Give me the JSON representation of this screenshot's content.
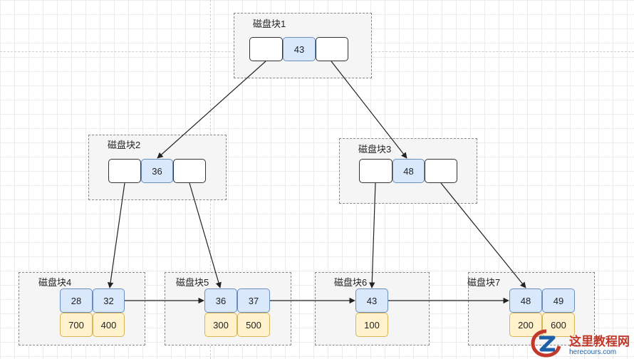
{
  "blocks": {
    "b1": {
      "title": "磁盘块1",
      "key": "43"
    },
    "b2": {
      "title": "磁盘块2",
      "key": "36"
    },
    "b3": {
      "title": "磁盘块3",
      "key": "48"
    },
    "b4": {
      "title": "磁盘块4",
      "keys": [
        "28",
        "32"
      ],
      "values": [
        "700",
        "400"
      ]
    },
    "b5": {
      "title": "磁盘块5",
      "keys": [
        "36",
        "37"
      ],
      "values": [
        "300",
        "500"
      ]
    },
    "b6": {
      "title": "磁盘块6",
      "keys": [
        "43"
      ],
      "values": [
        "100"
      ]
    },
    "b7": {
      "title": "磁盘块7",
      "keys": [
        "48",
        "49"
      ],
      "values": [
        "200",
        "600"
      ]
    }
  },
  "colors": {
    "key_fill": "#dae8fc",
    "key_border": "#6c8ebf",
    "value_fill": "#fff2cc",
    "value_border": "#d6b656",
    "block_fill": "#f5f5f5"
  },
  "watermark": {
    "site_name": "这里教程网",
    "url": "herecours.com"
  }
}
